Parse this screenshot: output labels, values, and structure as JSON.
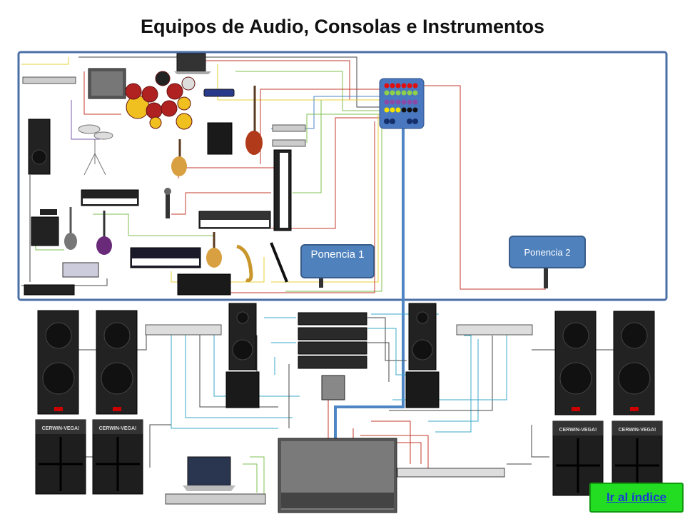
{
  "title": "Equipos de Audio, Consolas e Instrumentos",
  "labels": {
    "ponencia_1": "Ponencia 1",
    "ponencia_2": "Ponencia 2"
  },
  "speaker_brand": "CERWIN-VEGA!",
  "index_link": "Ir al índice",
  "colors": {
    "frame": "#4a6fa5",
    "cable_blue": "#4e86c4",
    "cable_cyan": "#3aa8c8",
    "cable_red": "#c0392b",
    "cable_green": "#7fc050",
    "cable_yellow": "#e8d23a",
    "patch_bay": "#4a78c0",
    "ponencia_box": "#4f81bd",
    "index_button": "#22dd22"
  }
}
